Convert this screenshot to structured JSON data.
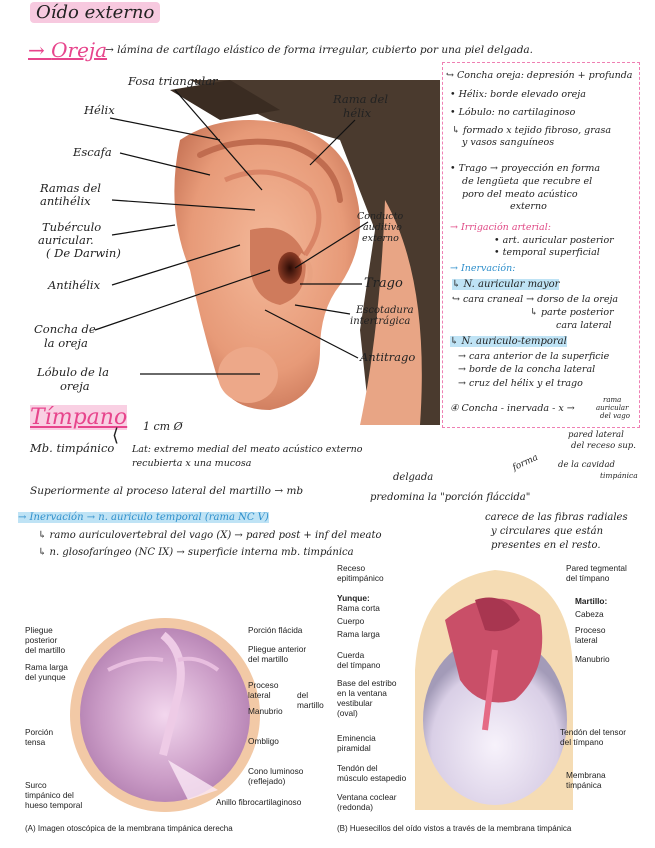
{
  "title": "Oído externo",
  "oreja": {
    "heading": "Oreja",
    "def": "→ lámina de cartílago elástico de forma irregular, cubierto por una piel delgada."
  },
  "ear_labels": {
    "fosa": "Fosa triangular",
    "rama_helix": [
      "Rama del",
      "hélix"
    ],
    "helix": "Hélix",
    "escafa": "Escafa",
    "ramas_anthelix": [
      "Ramas del",
      "antihélix"
    ],
    "tuberculo": [
      "Tubérculo",
      "auricular.",
      "( De Darwin)"
    ],
    "antihelix": "Antihélix",
    "conducto": [
      "Conducto",
      "auditivo",
      "externo"
    ],
    "trago": "Trago",
    "escotadura": [
      "Escotadura",
      "intertrágica"
    ],
    "concha": [
      "Concha de",
      "la oreja"
    ],
    "antitrago": "Antitrago",
    "lobulo": [
      "Lóbulo de la",
      "oreja"
    ]
  },
  "sidebox": [
    "↪ Concha oreja: depresión + profunda",
    "• Hélix: borde elevado oreja",
    "• Lóbulo: no cartilaginoso",
    "↳ formado x tejido fibroso, grasa",
    "y vasos sanguíneos",
    "• Trago → proyección en forma",
    "de lengüeta que recubre el",
    "poro del meato acústico",
    "externo",
    "→ Irrigación arterial:",
    "• art. auricular posterior",
    "• temporal superficial",
    "→ Inervación:",
    "↳ N. auricular mayor",
    "↪ cara craneal → dorso de la oreja",
    "↳ parte posterior",
    "cara lateral",
    "↳ N. auriculo-temporal",
    "→ cara anterior de la superficie",
    "→ borde de la concha lateral",
    "→ cruz del hélix y el trago",
    "④ Concha - inervada - x →",
    "rama",
    "auricular",
    "del vago"
  ],
  "timpano": {
    "heading": "Tímpano",
    "size": "1 cm Ø",
    "mb": "Mb. timpánico",
    "lado": "Lat: extremo medial del meato acústico externo",
    "recub": "recubierta x una mucosa",
    "sup": "Superiormente al proceso lateral del martillo → mb",
    "delgada": "delgada",
    "predomina": "predomina la \"porción fláccida\"",
    "pared": [
      "pared lateral",
      "del receso sup.",
      "de la cavidad",
      "timpánica"
    ],
    "forma": "forma",
    "carece": [
      "carece de las fibras radiales",
      "y circulares que están",
      "presentes en el resto."
    ],
    "inerv": "→ Inervación → n. auriculo temporal (rama NC V)",
    "ramo": "↳ ramo auriculovertebral del vago (X) → pared post + inf del meato",
    "gloso": "↳ n. glosofaríngeo (NC IX) → superficie interna mb. timpánica"
  },
  "figA": {
    "labels": {
      "pliegue_post": [
        "Pliegue",
        "posterior",
        "del martillo"
      ],
      "rama_larga": [
        "Rama larga",
        "del yunque"
      ],
      "porcion_tensa": [
        "Porción",
        "tensa"
      ],
      "surco": [
        "Surco",
        "timpánico del",
        "hueso temporal"
      ],
      "porcion_flac": "Porción flácida",
      "pliegue_ant": [
        "Pliegue anterior",
        "del martillo"
      ],
      "proceso": [
        "Proceso",
        "lateral"
      ],
      "manubrio": "Manubrio",
      "del_martillo": [
        "del",
        "martillo"
      ],
      "ombligo": "Ombligo",
      "cono": [
        "Cono luminoso",
        "(reflejado)"
      ],
      "anillo": "Anillo fibrocartilaginoso"
    },
    "caption": "(A) Imagen otoscópica de la membrana timpánica derecha"
  },
  "figB": {
    "labels": {
      "receso": [
        "Receso",
        "epitimpánico"
      ],
      "yunque": "Yunque:",
      "rama_corta": "Rama corta",
      "cuerpo": "Cuerpo",
      "rama_larga": "Rama larga",
      "cuerda": [
        "Cuerda",
        "del tímpano"
      ],
      "base": [
        "Base del estribo",
        "en la ventana",
        "vestibular",
        "(oval)"
      ],
      "eminencia": [
        "Eminencia",
        "piramidal"
      ],
      "tendon_estapedio": [
        "Tendón del",
        "músculo estapedio"
      ],
      "ventana": [
        "Ventana coclear",
        "(redonda)"
      ],
      "pared": [
        "Pared tegmental",
        "del tímpano"
      ],
      "martillo": "Martillo:",
      "cabeza": "Cabeza",
      "proceso": [
        "Proceso",
        "lateral"
      ],
      "manubrio": "Manubrio",
      "tendon_tensor": [
        "Tendón del tensor",
        "del tímpano"
      ],
      "membrana": [
        "Membrana",
        "timpánica"
      ]
    },
    "caption": "(B) Huesecillos del oído vistos a través de la membrana timpánica"
  },
  "colors": {
    "pink": "#e7458c",
    "blue": "#2f8fcb",
    "highlight_pink": "#f7c9df",
    "highlight_blue": "#bfe3f5"
  }
}
